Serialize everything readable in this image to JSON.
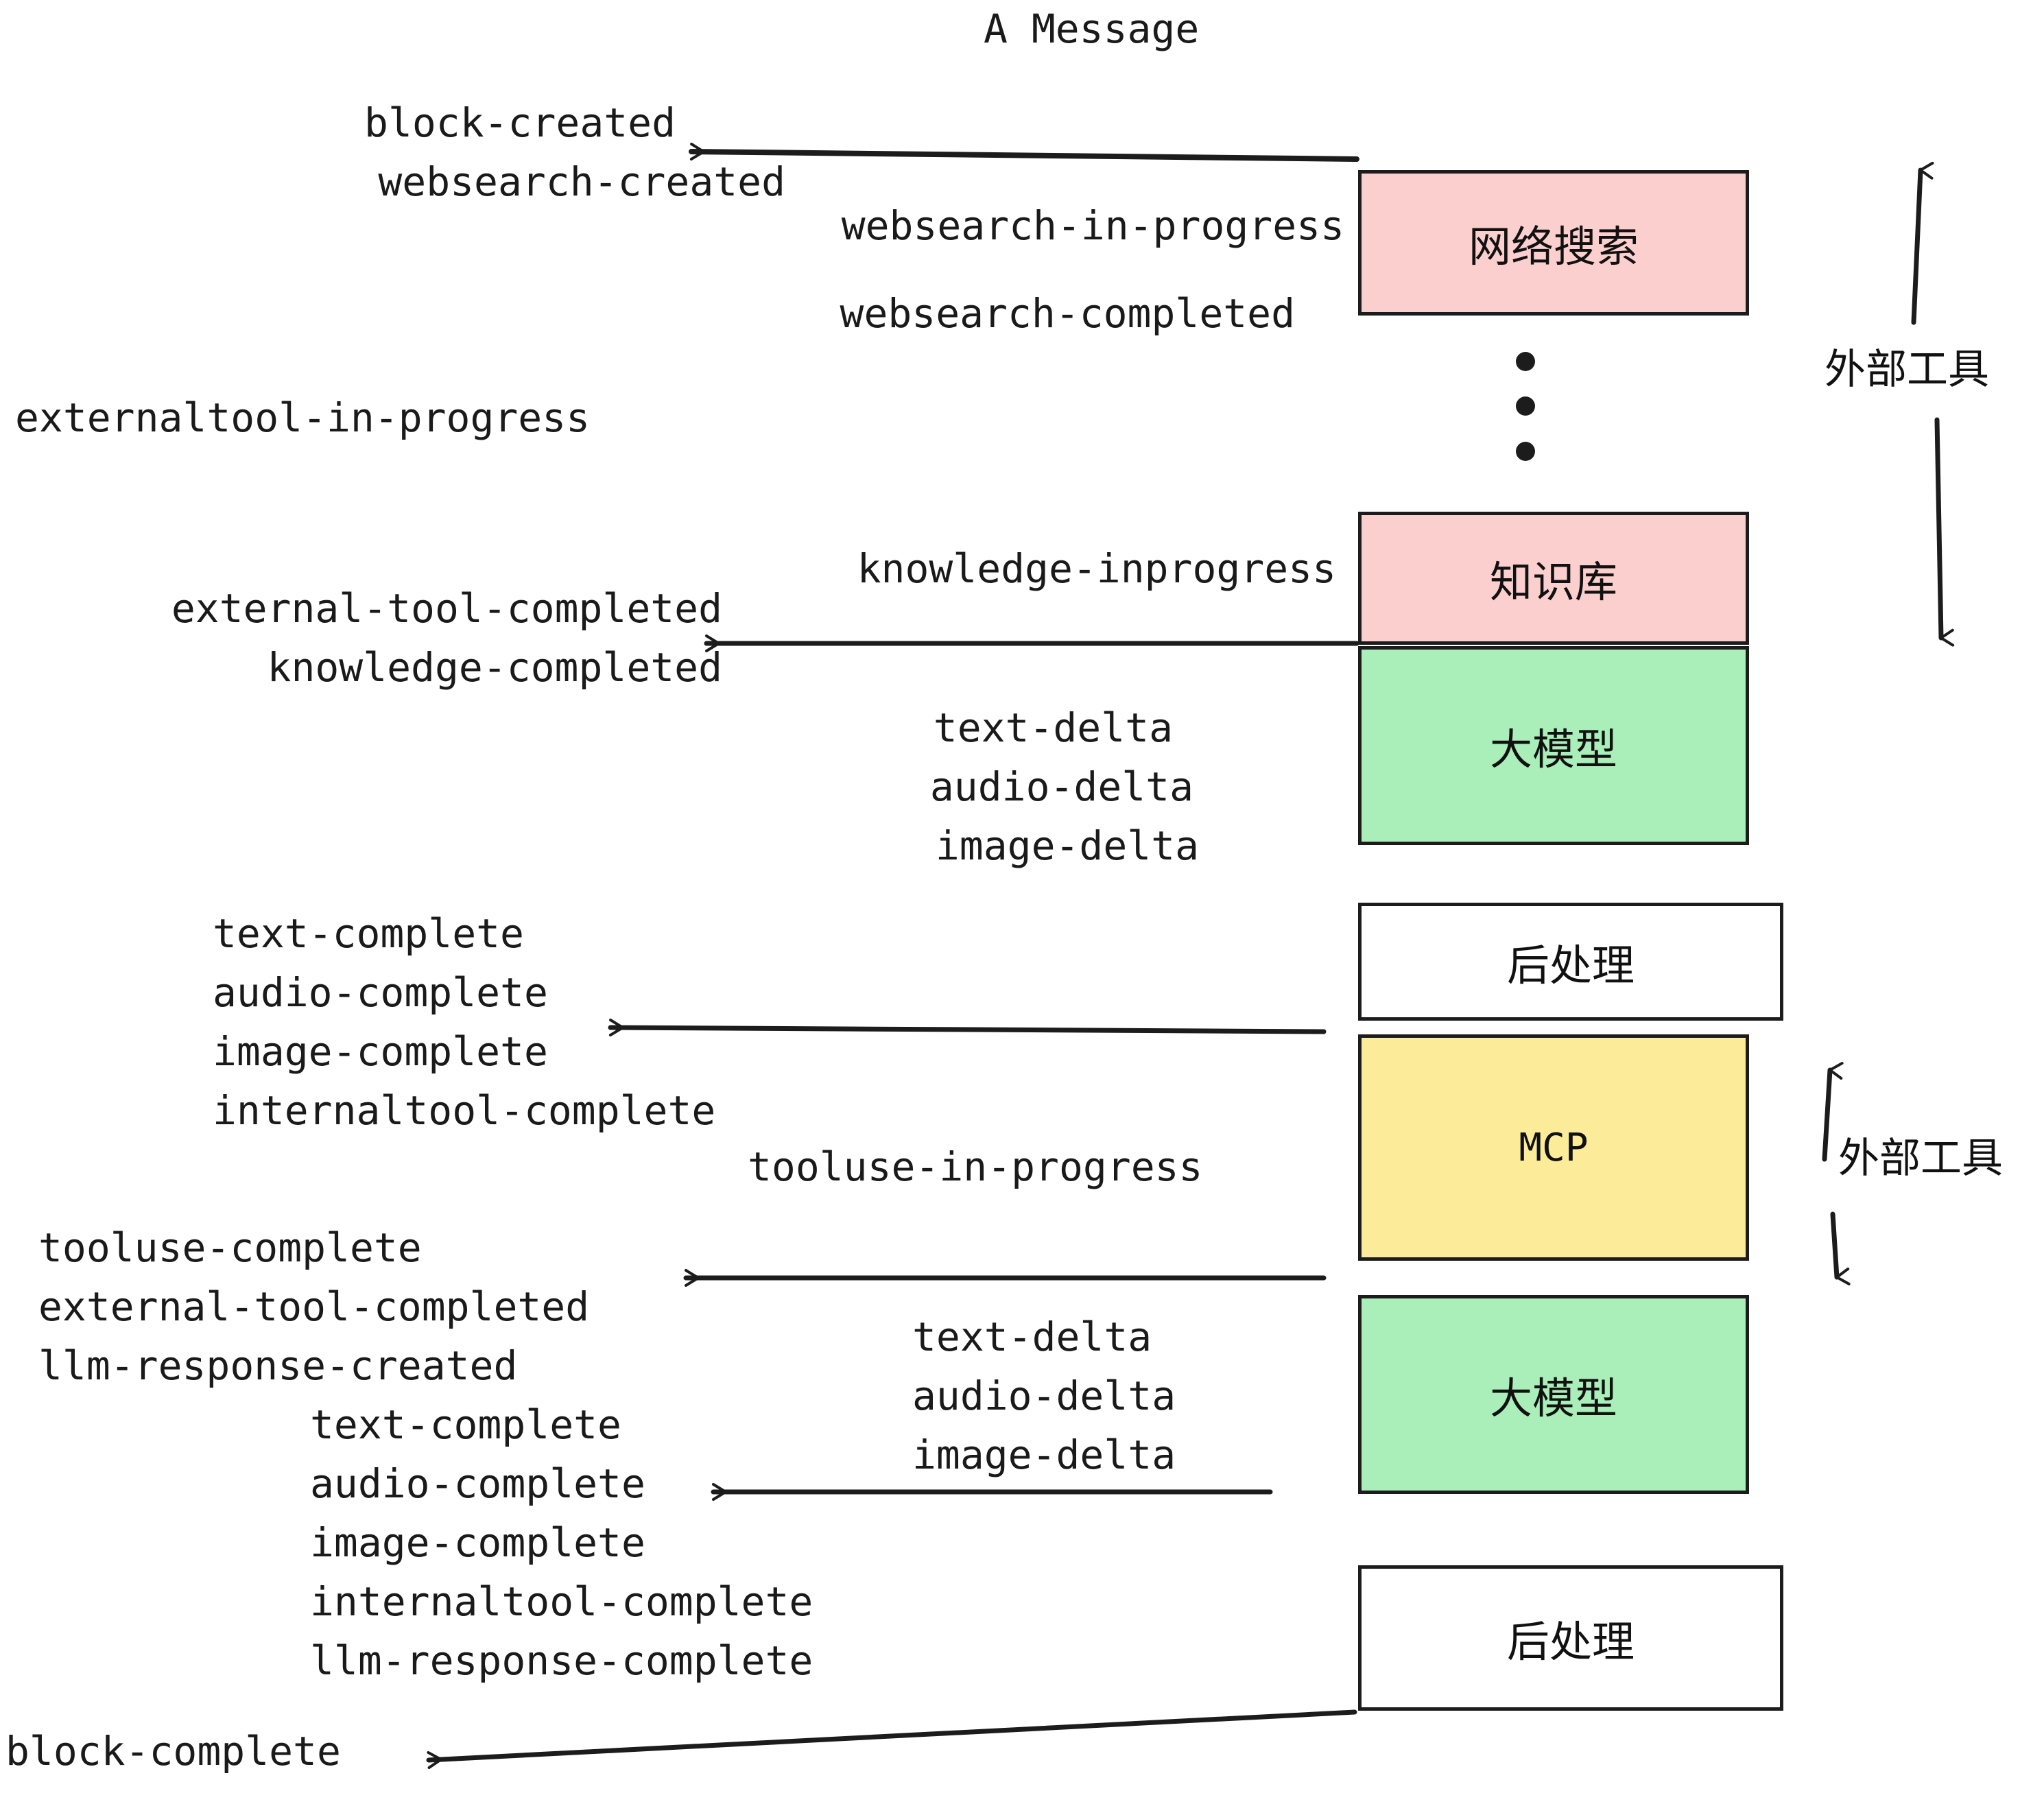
{
  "diagram": {
    "title": "A Message",
    "type": "sequence-flow",
    "palette": {
      "pink": "#fccfcf",
      "green": "#aaeeb9",
      "yellow": "#fcec9a",
      "white": "#ffffff",
      "stroke": "#1c1c1c",
      "background": "#ffffff"
    }
  },
  "nodes": [
    {
      "id": "websearch",
      "label": "网络搜索",
      "color": "pink"
    },
    {
      "id": "knowledge",
      "label": "知识库",
      "color": "pink"
    },
    {
      "id": "llm-1",
      "label": "大模型",
      "color": "green"
    },
    {
      "id": "postprocess-1",
      "label": "后处理",
      "color": "white"
    },
    {
      "id": "mcp",
      "label": "MCP",
      "color": "yellow"
    },
    {
      "id": "llm-2",
      "label": "大模型",
      "color": "green"
    },
    {
      "id": "postprocess-2",
      "label": "后处理",
      "color": "white"
    }
  ],
  "brackets": [
    {
      "id": "external-tool-upper",
      "label": "外部工具"
    },
    {
      "id": "external-tool-lower",
      "label": "外部工具"
    }
  ],
  "events": {
    "block_created": "block-created",
    "websearch_created": "websearch-created",
    "websearch_in_progress": "websearch-in-progress",
    "websearch_completed": "websearch-completed",
    "externaltool_in_progress": "externaltool-in-progress",
    "knowledge_inprogress": "knowledge-inprogress",
    "external_tool_completed_1": "external-tool-completed",
    "knowledge_completed": "knowledge-completed",
    "text_delta_1": "text-delta",
    "audio_delta_1": "audio-delta",
    "image_delta_1": "image-delta",
    "text_complete_1": "text-complete",
    "audio_complete_1": "audio-complete",
    "image_complete_1": "image-complete",
    "internaltool_complete_1": "internaltool-complete",
    "tooluse_in_progress": "tooluse-in-progress",
    "tooluse_complete": "tooluse-complete",
    "external_tool_completed_2": "external-tool-completed",
    "llm_response_created": "llm-response-created",
    "text_delta_2": "text-delta",
    "audio_delta_2": "audio-delta",
    "image_delta_2": "image-delta",
    "text_complete_2": "text-complete",
    "audio_complete_2": "audio-complete",
    "image_complete_2": "image-complete",
    "internaltool_complete_2": "internaltool-complete",
    "llm_response_complete": "llm-response-complete",
    "block_complete": "block-complete"
  },
  "ellipsis": {
    "dots": 3,
    "meaning": "more external tools"
  }
}
